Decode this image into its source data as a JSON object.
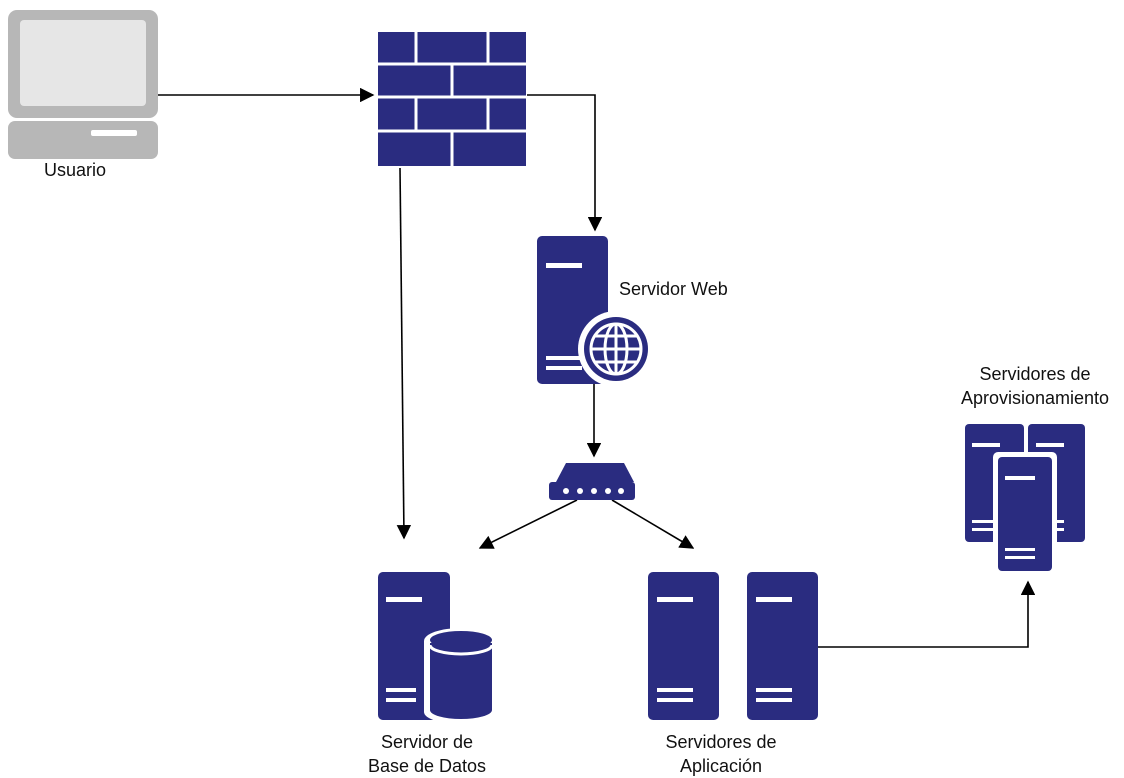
{
  "colors": {
    "node_fill": "#2a2c80",
    "device_gray": "#b7b7b7",
    "device_gray_light": "#e6e6e6",
    "edge": "#000000",
    "highlight": "#ffffff"
  },
  "nodes": {
    "usuario": {
      "icon": "laptop-icon",
      "label": "Usuario"
    },
    "firewall": {
      "icon": "firewall-icon",
      "label": ""
    },
    "servidor_web": {
      "icon": "web-server-icon",
      "label": "Servidor Web"
    },
    "router": {
      "icon": "router-icon",
      "label": ""
    },
    "servidor_bd": {
      "icon": "database-server-icon",
      "label_line1": "Servidor de",
      "label_line2": "Base de Datos"
    },
    "servidores_app": {
      "icon": "app-servers-icon",
      "label_line1": "Servidores de",
      "label_line2": "Aplicación"
    },
    "servidores_aprov": {
      "icon": "provisioning-servers-icon",
      "label_line1": "Servidores de",
      "label_line2": "Aprovisionamiento"
    }
  },
  "edges": [
    {
      "from": "usuario",
      "to": "firewall"
    },
    {
      "from": "firewall",
      "to": "servidor_web"
    },
    {
      "from": "firewall",
      "to": "servidor_bd"
    },
    {
      "from": "servidor_web",
      "to": "router"
    },
    {
      "from": "router",
      "to": "servidor_bd"
    },
    {
      "from": "router",
      "to": "servidores_app"
    },
    {
      "from": "servidores_app",
      "to": "servidores_aprov"
    }
  ]
}
